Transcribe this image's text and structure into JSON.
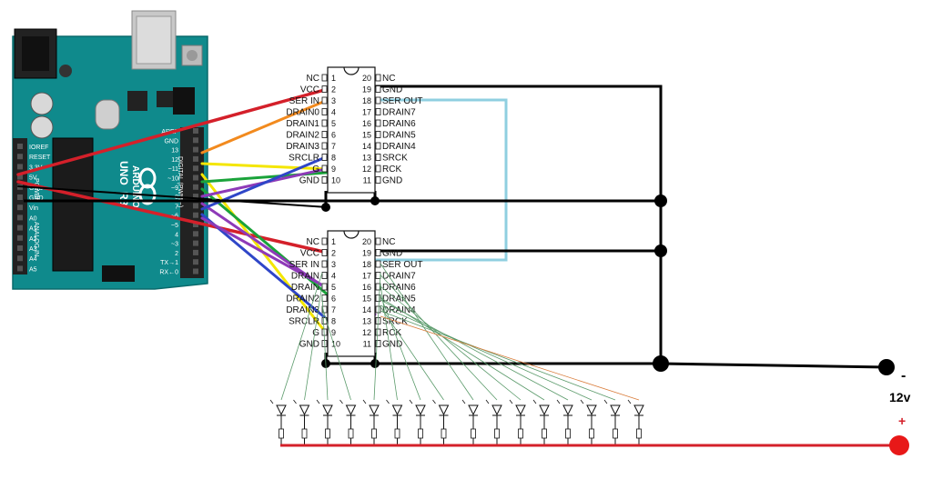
{
  "arduino": {
    "board_text": "UNO",
    "rev_text": "R3",
    "brand_text": "ARDUINO",
    "top_pins": [
      "AREF",
      "GND",
      "13",
      "12",
      "~11",
      "~10",
      "~9",
      "8",
      "7",
      "~6",
      "~5",
      "4",
      "~3",
      "2",
      "TX→1",
      "RX←0"
    ],
    "left_pins": [
      "IOREF",
      "RESET",
      "3.3V",
      "5V",
      "GND",
      "GND",
      "Vin",
      "A0",
      "A1",
      "A2",
      "A3",
      "A4",
      "A5"
    ],
    "digital_label": "DIGITAL (PWM ~)",
    "power_label": "POWER",
    "analog_label": "ANALOG IN"
  },
  "chips": [
    {
      "left": [
        "NC",
        "VCC",
        "SER IN",
        "DRAIN0",
        "DRAIN1",
        "DRAIN2",
        "DRAIN3",
        "SRCLR",
        "G",
        "GND"
      ],
      "left_nums": [
        "1",
        "2",
        "3",
        "4",
        "5",
        "6",
        "7",
        "8",
        "9",
        "10"
      ],
      "right": [
        "NC",
        "GND",
        "SER OUT",
        "DRAIN7",
        "DRAIN6",
        "DRAIN5",
        "DRAIN4",
        "SRCK",
        "RCK",
        "GND"
      ],
      "right_nums": [
        "20",
        "19",
        "18",
        "17",
        "16",
        "15",
        "14",
        "13",
        "12",
        "11"
      ]
    },
    {
      "left": [
        "NC",
        "VCC",
        "SER IN",
        "DRAIN",
        "DRAIN",
        "DRAIN2",
        "DRAIN3",
        "SRCLR",
        "G",
        "GND"
      ],
      "left_nums": [
        "1",
        "2",
        "3",
        "4",
        "5",
        "6",
        "7",
        "8",
        "9",
        "10"
      ],
      "right": [
        "NC",
        "GND",
        "SER OUT",
        "DRAIN7",
        "DRAIN6",
        "DRAIN5",
        "DRAIN4",
        "SRCK",
        "RCK",
        "GND"
      ],
      "right_nums": [
        "20",
        "19",
        "18",
        "17",
        "16",
        "15",
        "14",
        "13",
        "12",
        "11"
      ]
    }
  ],
  "supply": {
    "minus": "-",
    "voltage": "12v",
    "plus": "+"
  },
  "led_count": 16,
  "colors": {
    "board": "#0f8a8c",
    "red": "#d4202a",
    "orange": "#f28a1e",
    "yellow": "#f4e600",
    "green": "#1aa33a",
    "purple": "#8e3ab8",
    "blue": "#2f46c8",
    "lightblue": "#8fcfe0",
    "black": "#000000",
    "led_wire": "#5a9a6a"
  }
}
